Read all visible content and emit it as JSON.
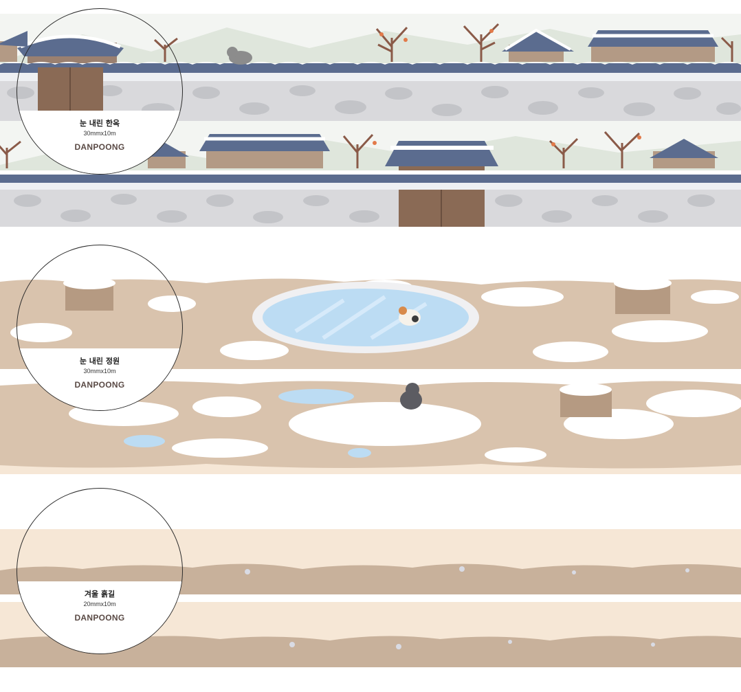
{
  "tapes": [
    {
      "name": "눈 내린 한옥",
      "size": "30mmx10m",
      "brand": "DANPOONG"
    },
    {
      "name": "눈 내린 정원",
      "size": "30mmx10m",
      "brand": "DANPOONG"
    },
    {
      "name": "겨울 흙길",
      "size": "20mmx10m",
      "brand": "DANPOONG"
    }
  ],
  "colors": {
    "wall_stone": "#d9d9dc",
    "roof_tile": "#5b6c8f",
    "snow": "#ffffff",
    "door": "#8a6a55",
    "garden_soil": "#d9c3ad",
    "pond": "#bcdcf3",
    "path_beige": "#f6e7d6",
    "path_soil": "#c8b19b",
    "brand_text": "#5a4a45"
  }
}
